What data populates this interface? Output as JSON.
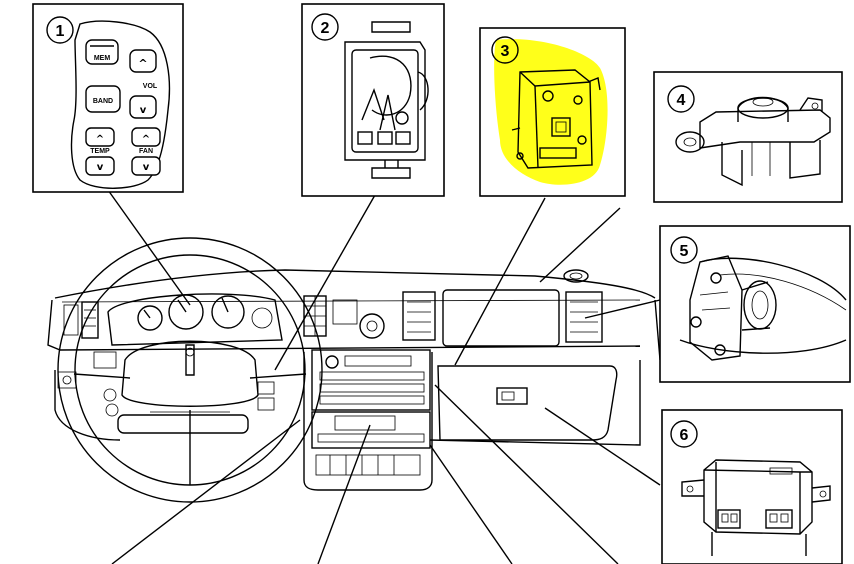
{
  "colors": {
    "line": "#000000",
    "background": "#ffffff",
    "highlight": "#ffff1a"
  },
  "callouts": [
    {
      "number": "1",
      "component": "radio-steering-wheel-controls"
    },
    {
      "number": "2",
      "component": "connector"
    },
    {
      "number": "3",
      "component": "highlighted-module",
      "highlighted": true
    },
    {
      "number": "4",
      "component": "bracket-sensor"
    },
    {
      "number": "5",
      "component": "vent-actuator"
    },
    {
      "number": "6",
      "component": "control-module"
    }
  ],
  "control_buttons": {
    "mem": "MEM",
    "vol": "VOL",
    "band": "BAND",
    "temp": "TEMP",
    "fan": "FAN"
  }
}
